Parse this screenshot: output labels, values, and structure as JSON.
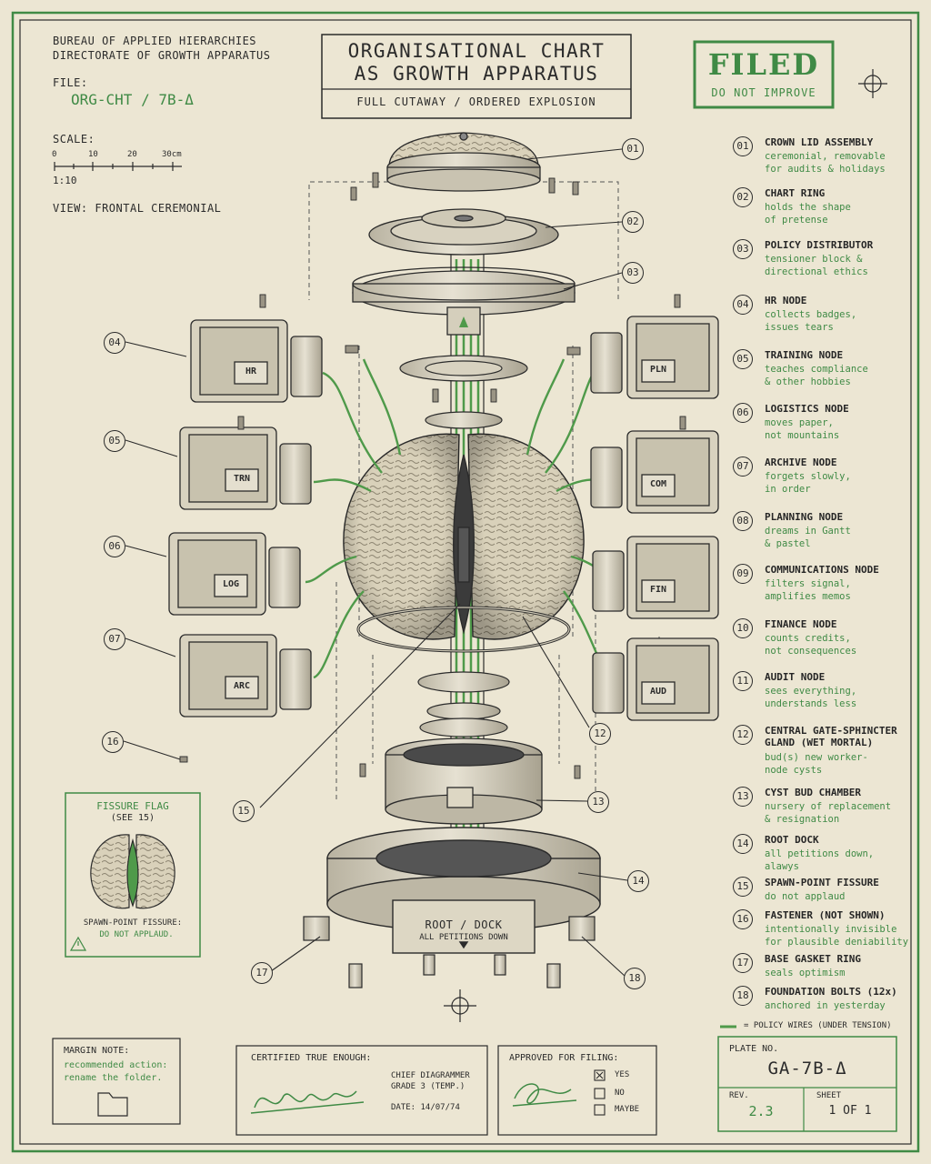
{
  "header": {
    "org_line1": "BUREAU OF APPLIED HIERARCHIES",
    "org_line2": "DIRECTORATE OF GROWTH APPARATUS",
    "file_label": "FILE:",
    "file_value": "ORG-CHT / 7B-Δ",
    "scale_label": "SCALE:",
    "scale_ticks": [
      "0",
      "10",
      "20",
      "30cm"
    ],
    "scale_ratio": "1:10",
    "view": "VIEW: FRONTAL CEREMONIAL"
  },
  "title_block": {
    "line1": "ORGANISATIONAL CHART",
    "line2": "AS GROWTH APPARATUS",
    "subtitle": "FULL CUTAWAY / ORDERED EXPLOSION"
  },
  "stamp": {
    "main": "FILED",
    "sub": "DO NOT IMPROVE"
  },
  "legend": [
    {
      "num": "01",
      "title": "CROWN LID ASSEMBLY",
      "desc": "ceremonial, removable\nfor audits & holidays"
    },
    {
      "num": "02",
      "title": "CHART RING",
      "desc": "holds the shape\nof pretense"
    },
    {
      "num": "03",
      "title": "POLICY DISTRIBUTOR",
      "desc": "tensioner block &\ndirectional ethics"
    },
    {
      "num": "04",
      "title": "HR NODE",
      "desc": "collects badges,\nissues tears"
    },
    {
      "num": "05",
      "title": "TRAINING NODE",
      "desc": "teaches compliance\n& other hobbies"
    },
    {
      "num": "06",
      "title": "LOGISTICS NODE",
      "desc": "moves paper,\nnot mountains"
    },
    {
      "num": "07",
      "title": "ARCHIVE NODE",
      "desc": "forgets slowly,\nin order"
    },
    {
      "num": "08",
      "title": "PLANNING NODE",
      "desc": "dreams in Gantt\n& pastel"
    },
    {
      "num": "09",
      "title": "COMMUNICATIONS NODE",
      "desc": "filters signal,\namplifies memos"
    },
    {
      "num": "10",
      "title": "FINANCE NODE",
      "desc": "counts credits,\nnot consequences"
    },
    {
      "num": "11",
      "title": "AUDIT NODE",
      "desc": "sees everything,\nunderstands less"
    },
    {
      "num": "12",
      "title": "CENTRAL GATE-SPHINCTER\nGLAND (WET MORTAL)",
      "desc": "bud(s) new worker-\nnode cysts"
    },
    {
      "num": "13",
      "title": "CYST BUD CHAMBER",
      "desc": "nursery of replacement\n& resignation"
    },
    {
      "num": "14",
      "title": "ROOT DOCK",
      "desc": "all petitions down,\nalawys"
    },
    {
      "num": "15",
      "title": "SPAWN-POINT FISSURE",
      "desc": "do not applaud"
    },
    {
      "num": "16",
      "title": "FASTENER (NOT SHOWN)",
      "desc": "intentionally invisible\nfor plausible deniability"
    },
    {
      "num": "17",
      "title": "BASE GASKET RING",
      "desc": "seals optimism"
    },
    {
      "num": "18",
      "title": "FOUNDATION BOLTS (12x)",
      "desc": "anchored in yesterday"
    }
  ],
  "wire_key": "= POLICY WIRES (UNDER TENSION)",
  "left_nodes": [
    {
      "num": "04",
      "label": "HR"
    },
    {
      "num": "05",
      "label": "TRN"
    },
    {
      "num": "06",
      "label": "LOG"
    },
    {
      "num": "07",
      "label": "ARC"
    }
  ],
  "right_nodes": [
    {
      "label": "PLN"
    },
    {
      "label": "COM"
    },
    {
      "label": "FIN"
    },
    {
      "label": "AUD"
    }
  ],
  "callouts": [
    "01",
    "02",
    "03",
    "12",
    "13",
    "14",
    "15",
    "16",
    "17",
    "18"
  ],
  "dock_text": {
    "line1": "ROOT / DOCK",
    "line2": "ALL PETITIONS DOWN"
  },
  "fissure_inset": {
    "title": "FISSURE FLAG",
    "subtitle": "(SEE 15)",
    "caption1": "SPAWN-POINT FISSURE:",
    "caption2": "DO NOT APPLAUD."
  },
  "margin_note": {
    "label": "MARGIN NOTE:",
    "text1": "recommended action:",
    "text2": "rename the folder."
  },
  "certified": {
    "label": "CERTIFIED TRUE ENOUGH:",
    "role1": "CHIEF DIAGRAMMER",
    "role2": "GRADE 3 (TEMP.)",
    "date": "DATE: 14/07/74"
  },
  "approval": {
    "label": "APPROVED FOR FILING:",
    "options": [
      {
        "text": "YES",
        "checked": true
      },
      {
        "text": "NO",
        "checked": false
      },
      {
        "text": "MAYBE",
        "checked": false
      }
    ]
  },
  "plate": {
    "label": "PLATE NO.",
    "value": "GA-7B-Δ",
    "rev_label": "REV.",
    "rev_value": "2.3",
    "sheet_label": "SHEET",
    "sheet_value": "1 OF 1"
  },
  "colors": {
    "paper": "#ece6d3",
    "ink": "#2b2b2b",
    "accent_green": "#3f8a45",
    "wire_green": "#4f9a4a"
  }
}
